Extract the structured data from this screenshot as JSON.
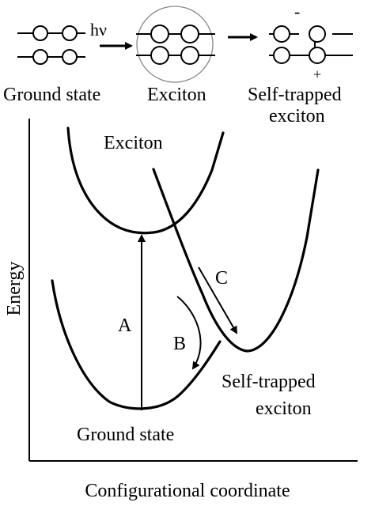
{
  "top_schematic": {
    "arrow_label": "hν",
    "states": [
      {
        "label": "Ground state"
      },
      {
        "label": "Exciton"
      },
      {
        "label_line1": "Self-trapped",
        "label_line2": "exciton"
      }
    ],
    "minus_sign": "-",
    "plus_sign": "+"
  },
  "energy_diagram": {
    "y_axis_label": "Energy",
    "x_axis_label": "Configurational coordinate",
    "curves": {
      "exciton": "Exciton",
      "ground": "Ground state",
      "self_trapped_line1": "Self-trapped",
      "self_trapped_line2": "exciton"
    },
    "transitions": [
      "A",
      "B",
      "C"
    ]
  }
}
